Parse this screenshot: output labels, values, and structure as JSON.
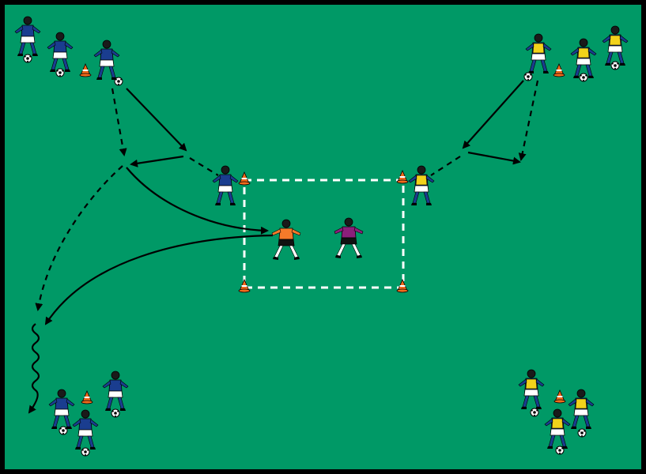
{
  "diagram": {
    "pitch_color": "#009966",
    "border_color": "#000000",
    "line_color": "#000000",
    "box_line_color": "#ffffff",
    "team_colors": {
      "blue_team": "#1a3d8f",
      "yellow_team": "#f2d21b",
      "goalkeeper_orange": "#f47a2a",
      "goalkeeper_purple": "#8b1f7a",
      "shorts": "#ffffff",
      "socks_blue": "#1a3d8f",
      "cone": "#f26a1b"
    },
    "legend": {
      "solid_arrow": "pass",
      "dashed_arrow": "run",
      "wavy_arrow": "dribble"
    },
    "groups": [
      {
        "id": "top-left",
        "team": "blue",
        "players": 3
      },
      {
        "id": "top-right",
        "team": "yellow",
        "players": 3
      },
      {
        "id": "bottom-left",
        "team": "blue",
        "players": 3
      },
      {
        "id": "bottom-right",
        "team": "yellow",
        "players": 3
      }
    ],
    "center_box": {
      "cones": 4,
      "goalkeepers": [
        "orange",
        "purple"
      ]
    }
  }
}
